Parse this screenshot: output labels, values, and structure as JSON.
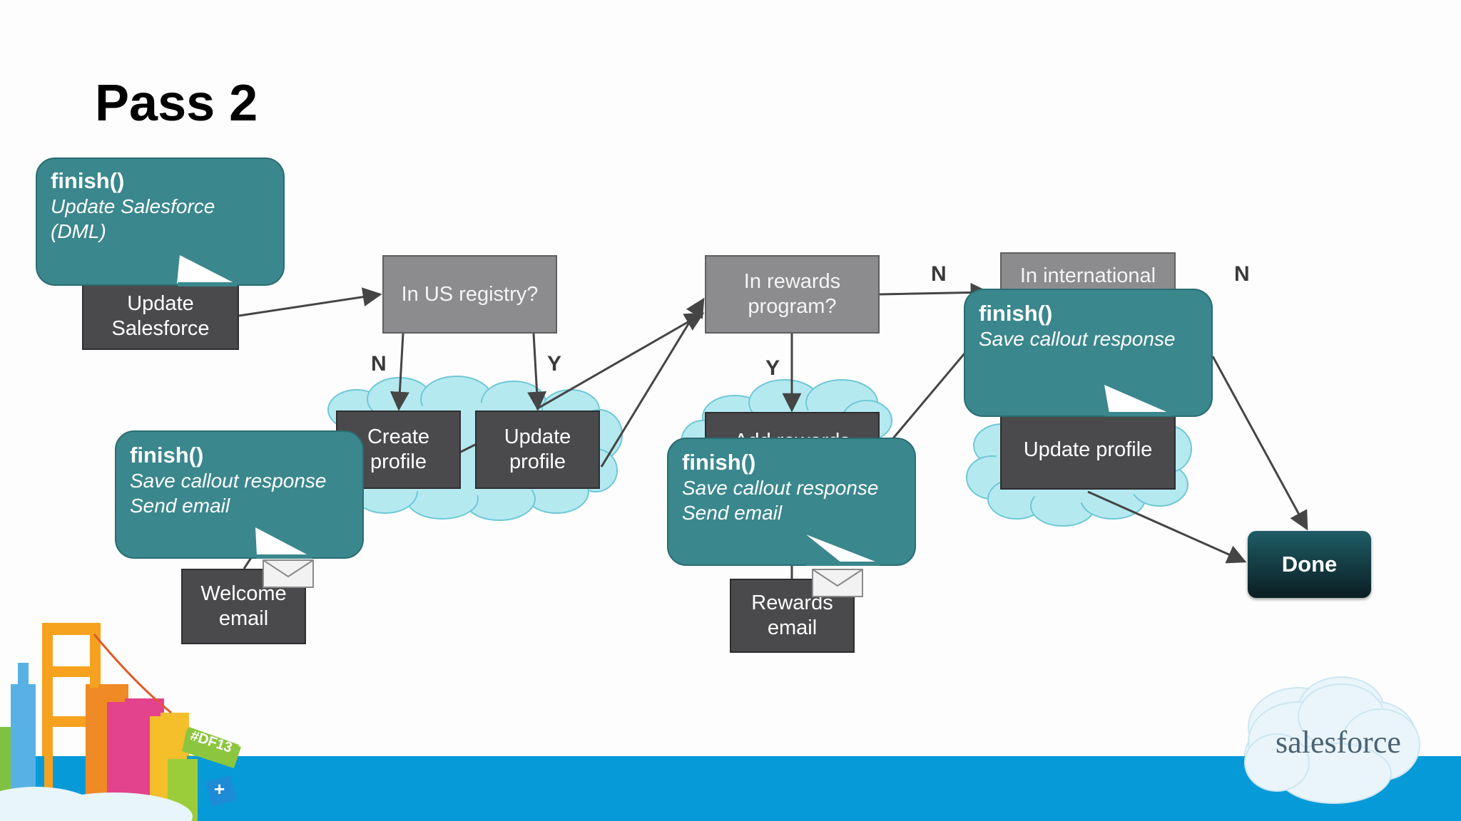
{
  "slide": {
    "title": "Pass 2"
  },
  "colors": {
    "bubble": "#3a878d",
    "process_box": "#4a4a4c",
    "decision_box": "#8c8c8e",
    "cloud": "#b5e9f0",
    "done": "#0d3036",
    "footer": "#079ad8",
    "arrow": "#454545"
  },
  "nodes": {
    "update_salesforce": "Update\nSalesforce",
    "in_us_registry": "In US registry?",
    "create_profile": "Create\nprofile",
    "update_profile_1": "Update\nprofile",
    "welcome_email": "Welcome\nemail",
    "in_rewards_program": "In rewards\nprogram?",
    "add_rewards": "Add rewards",
    "rewards_email": "Rewards\nemail",
    "in_international": "In international",
    "update_profile_2": "Update profile",
    "done": "Done"
  },
  "edge_labels": {
    "us_no": "N",
    "us_yes": "Y",
    "rewards_no": "N",
    "rewards_yes": "Y",
    "intl_no": "N"
  },
  "bubbles": {
    "dml": {
      "head": "finish()",
      "line1": "Update Salesforce",
      "line2": "(DML)"
    },
    "welcome": {
      "head": "finish()",
      "line1": "Save callout response",
      "line2": "Send email"
    },
    "rewards": {
      "head": "finish()",
      "line1": "Save callout response",
      "line2": "Send email"
    },
    "intl": {
      "head": "finish()",
      "line1": "Save callout response"
    }
  },
  "icons": [
    "envelope-icon",
    "salesforce-cloud-logo",
    "df13-city-illustration"
  ],
  "branding": {
    "logo_text": "salesforce",
    "badge_text": "#DF13",
    "badge_plus": "+"
  }
}
